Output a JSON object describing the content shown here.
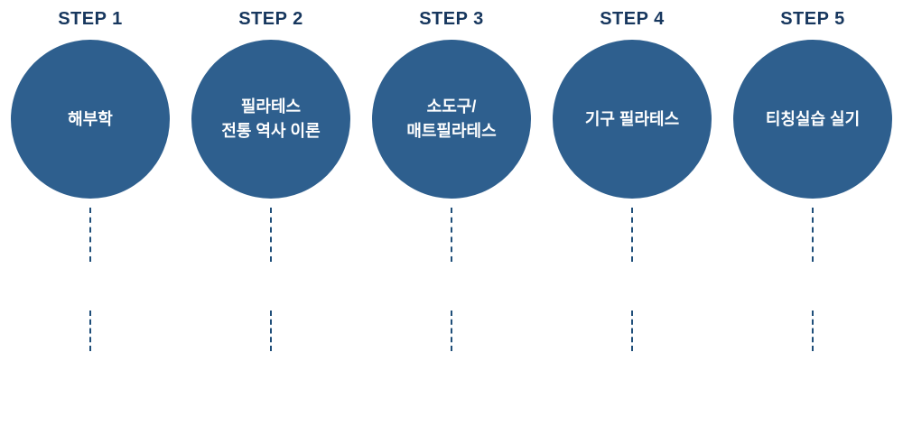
{
  "steps": [
    {
      "label": "STEP 1",
      "title": "해부학"
    },
    {
      "label": "STEP 2",
      "title": "필라테스\n전통 역사 이론"
    },
    {
      "label": "STEP 3",
      "title": "소도구/\n매트필라테스"
    },
    {
      "label": "STEP 4",
      "title": "기구 필라테스"
    },
    {
      "label": "STEP 5",
      "title": "티칭실습 실기"
    }
  ],
  "colors": {
    "circle": "#2e5f8e",
    "label": "#17375e",
    "connector": "#1f4e79",
    "circle_text": "#ffffff",
    "page_bg": "#ffffff"
  }
}
